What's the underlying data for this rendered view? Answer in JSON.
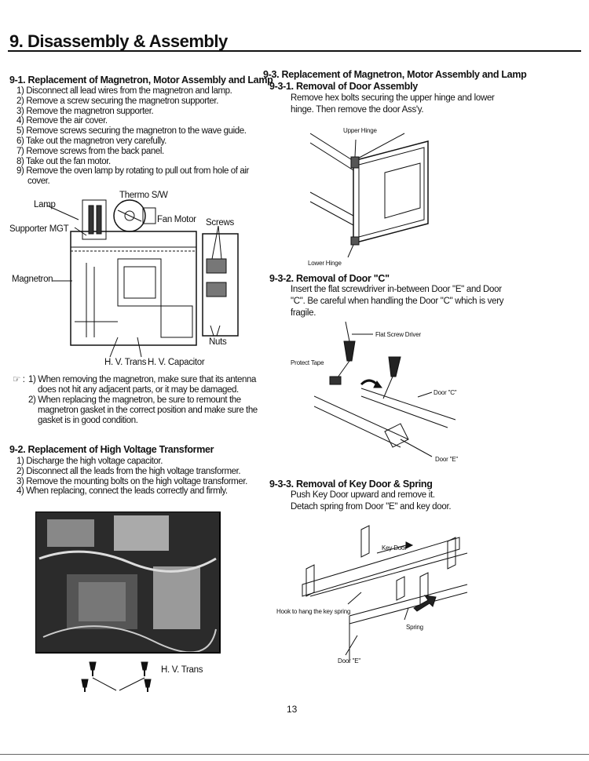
{
  "header": {
    "title": "9. Disassembly & Assembly"
  },
  "s91": {
    "title": "9-1. Replacement of Magnetron, Motor Assembly and Lamp",
    "steps": [
      "1) Disconnect all lead wires from the magnetron and lamp.",
      "2) Remove a screw securing the magnetron supporter.",
      "3) Remove the magnetron supporter.",
      "4) Remove the air cover.",
      "5) Remove screws securing the magnetron to the wave guide.",
      "6) Take out the magnetron very carefully.",
      "7) Remove screws from the back panel.",
      "8) Take out the fan motor.",
      "9) Remove the oven lamp by rotating to pull out from hole of air",
      "cover."
    ],
    "labels": {
      "lamp": "Lamp",
      "thermo": "Thermo S/W",
      "supporter": "Supporter MGT",
      "fan": "Fan Motor",
      "screws": "Screws",
      "magnetron": "Magnetron",
      "nuts": "Nuts",
      "hvtrans": "H. V. Trans",
      "hvcap": "H. V. Capacitor"
    },
    "note": {
      "mark": "☞ :",
      "lines": [
        "1) When removing the magnetron, make sure that its antenna",
        "does not hit any adjacent parts, or it may be damaged.",
        "2) When replacing the magnetron, be sure to remount the",
        "magnetron gasket in the correct position and make sure the",
        "gasket is in good condition."
      ]
    }
  },
  "s92": {
    "title": "9-2. Replacement of High Voltage Transformer",
    "steps": [
      "1) Discharge the high voltage capacitor.",
      "2) Disconnect all the leads from the high voltage transformer.",
      "3) Remove the mounting bolts on the high voltage transformer.",
      "4) When replacing, connect the leads correctly and firmly."
    ],
    "label": "H. V. Trans"
  },
  "s93": {
    "title": "9-3. Replacement of Magnetron, Motor Assembly and Lamp",
    "sub1": {
      "title": "9-3-1. Removal of Door Assembly",
      "lines": [
        "Remove hex bolts securing the upper hinge and lower",
        "hinge. Then remove the door Ass'y."
      ],
      "upper": "Upper Hinge",
      "lower": "Lower Hinge"
    },
    "sub2": {
      "title": "9-3-2. Removal of Door \"C\"",
      "lines": [
        "Insert the flat screwdriver in-between Door \"E\" and Door",
        "\"C\". Be careful when handling the Door \"C\" which is very",
        "fragile."
      ],
      "driver": "Flat Screw Driver",
      "tape": "Protect Tape",
      "doorc": "Door \"C\"",
      "doore": "Door \"E\""
    },
    "sub3": {
      "title": "9-3-3. Removal of Key Door & Spring",
      "lines": [
        "Push Key Door upward and remove it.",
        "Detach spring from Door \"E\" and key door."
      ],
      "keydoor": "Key Door",
      "hook": "Hook to hang the key spring",
      "spring": "Spring",
      "doore": "Door \"E\""
    }
  },
  "footer": {
    "page": "13"
  }
}
